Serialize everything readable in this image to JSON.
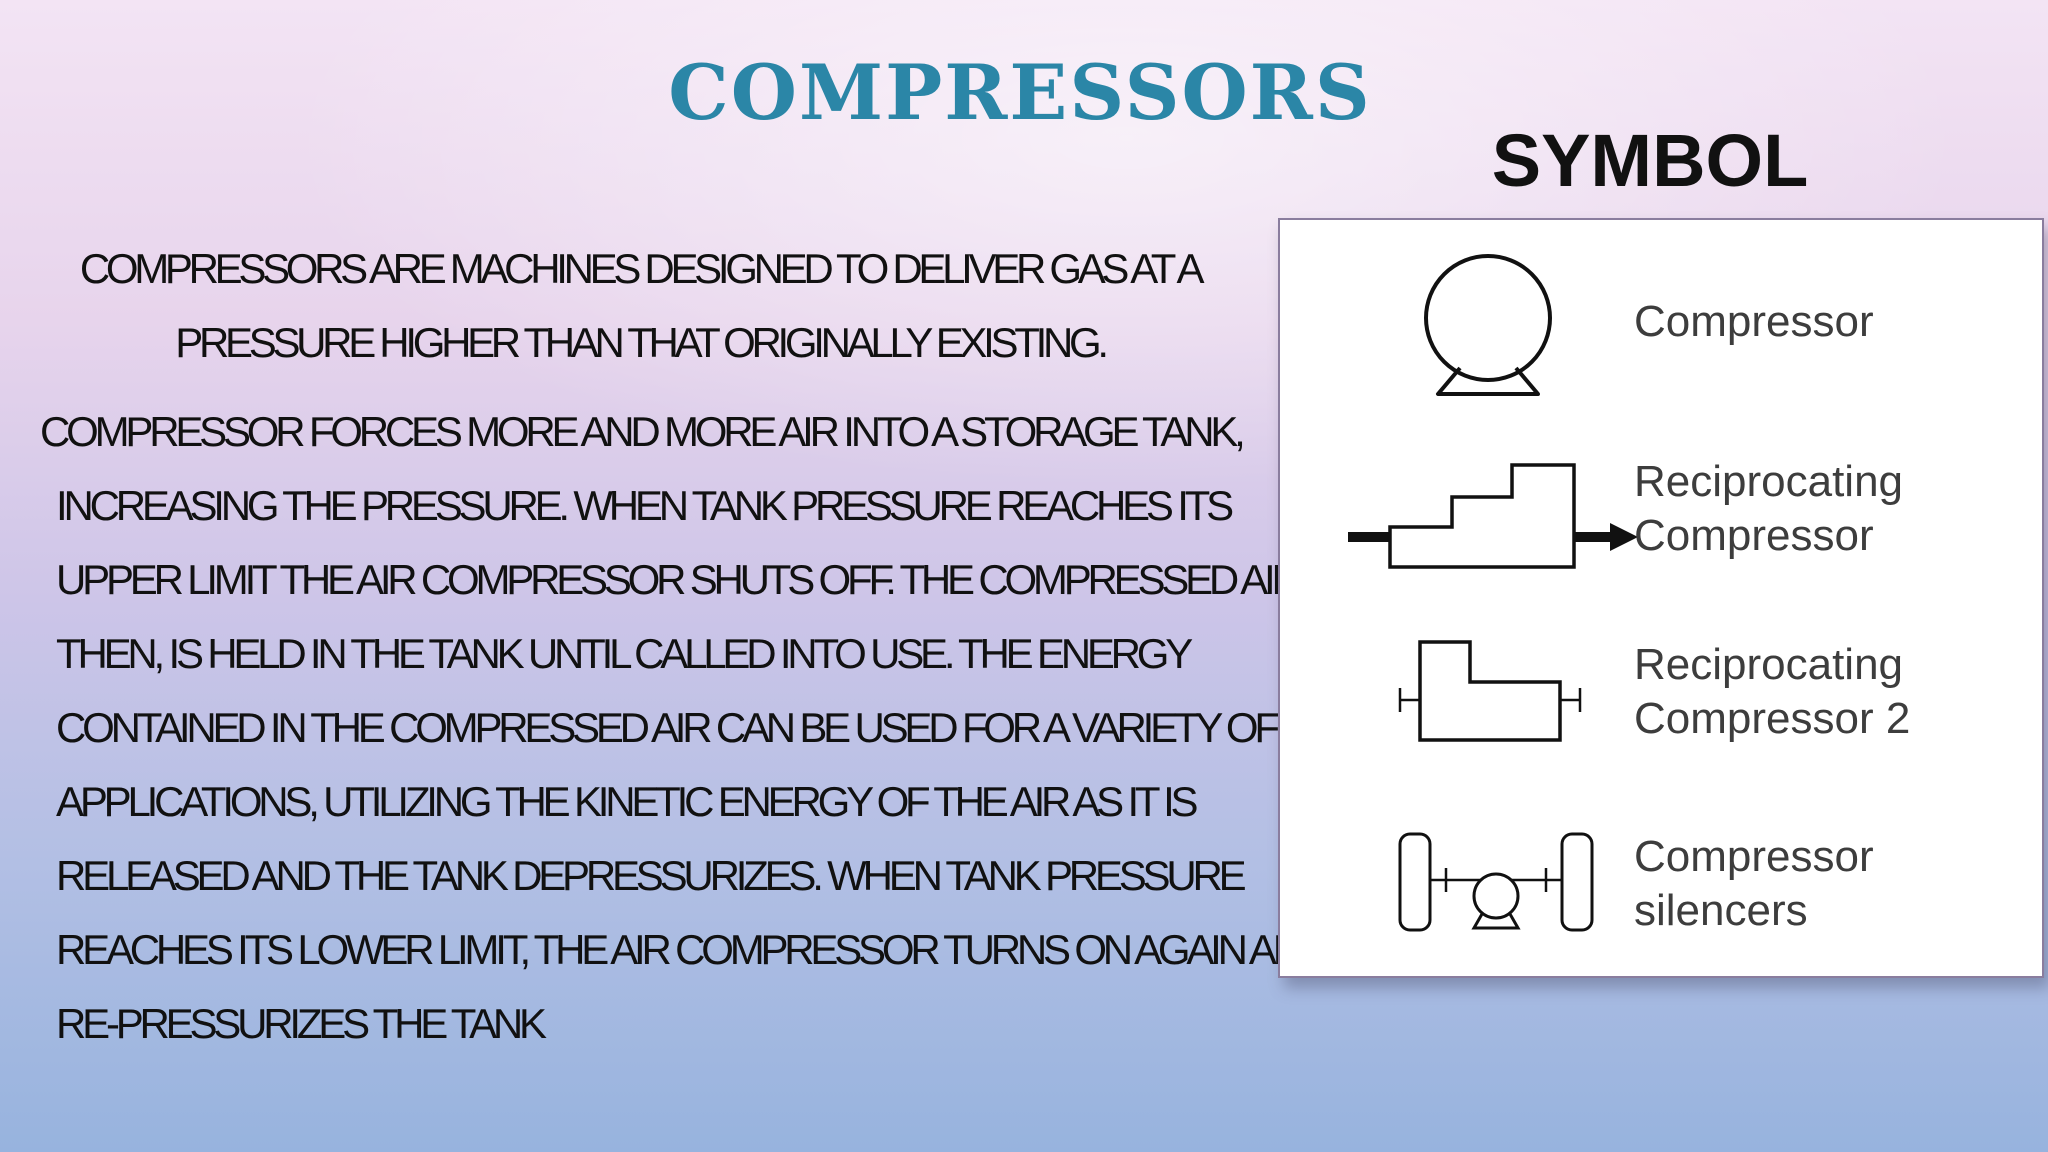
{
  "slide": {
    "title": "COMPRESSORS",
    "symbol_heading": "SYMBOL",
    "intro_lines": [
      "Compressors are machines designed to deliver gas at a",
      "pressure higher than that originally existing."
    ],
    "body_lines": [
      "Compressor forces more and more air into a storage tank,",
      "increasing the pressure. When tank pressure reaches its",
      "upper limit the air compressor shuts off. The compressed air,",
      "then, is held in the tank until called into use. The energy",
      "contained in the compressed air can be used for a variety of",
      "applications, utilizing the kinetic energy of the air as it is",
      "released and the tank depressurizes. When tank pressure",
      "reaches its lower limit, the air compressor turns on again and",
      "re-pressurizes the tank"
    ]
  },
  "symbols": [
    {
      "icon": "compressor-symbol-icon",
      "label_lines": [
        "Compressor"
      ]
    },
    {
      "icon": "reciprocating-compressor-symbol-icon",
      "label_lines": [
        "Reciprocating",
        "Compressor"
      ]
    },
    {
      "icon": "reciprocating-compressor-2-symbol-icon",
      "label_lines": [
        "Reciprocating",
        "Compressor 2"
      ]
    },
    {
      "icon": "compressor-silencers-symbol-icon",
      "label_lines": [
        "Compressor",
        "silencers"
      ]
    }
  ],
  "colors": {
    "title": "#2b86a7",
    "text": "#111111",
    "symbol_label": "#3d3d3d"
  }
}
